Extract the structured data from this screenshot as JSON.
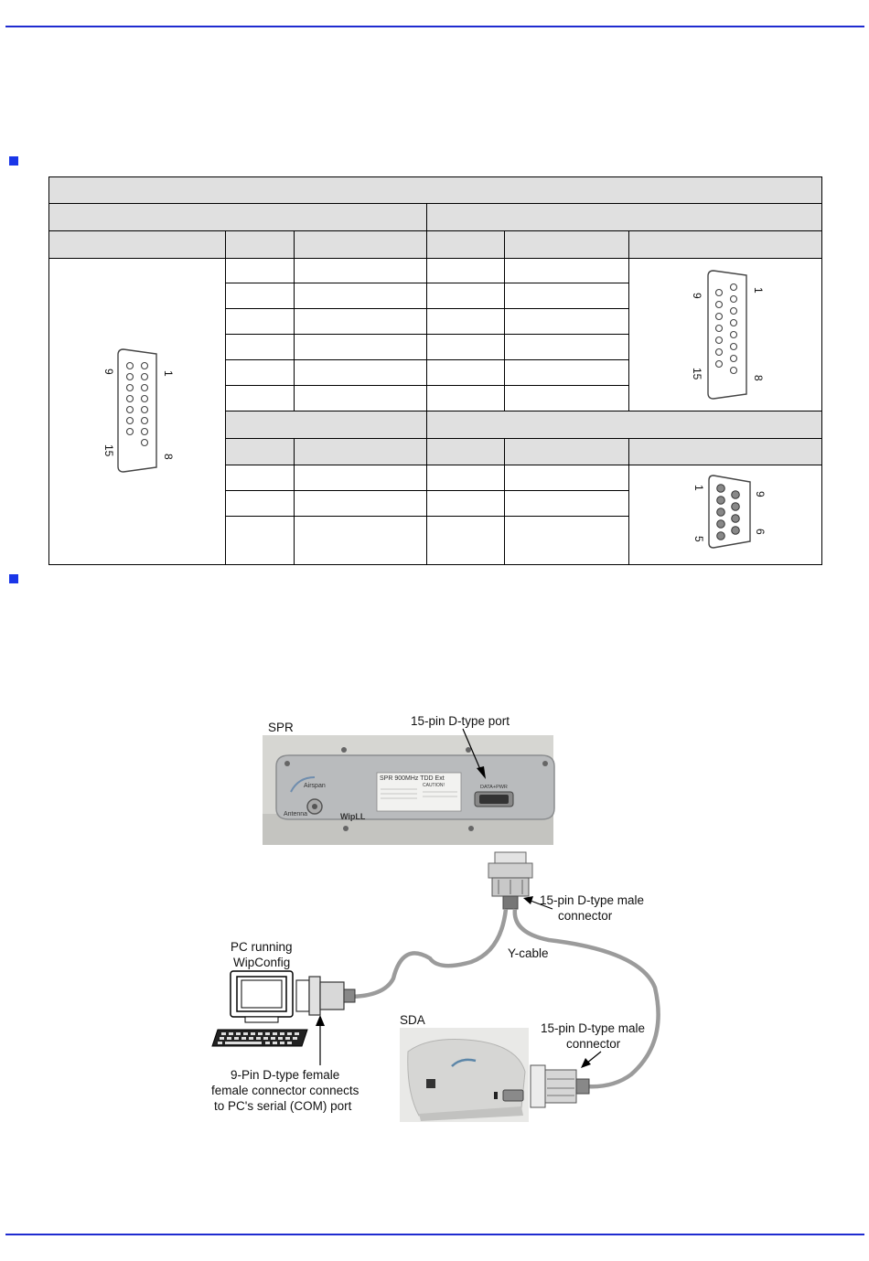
{
  "figure": {
    "spr_label": "SPR",
    "port_label": "15-pin D-type port",
    "male_connector_top": [
      "15-pin D-type male",
      "connector"
    ],
    "pc_label": [
      "PC running",
      "WipConfig"
    ],
    "ycable_label": "Y-cable",
    "sda_label": "SDA",
    "male_connector_bottom": [
      "15-pin D-type male",
      "connector"
    ],
    "female_connector": [
      "9-Pin D-type female",
      "female connector connects",
      "to PC's serial (COM) port"
    ],
    "panel_model": "SPR 900MHz TDD Ext",
    "panel_caution": "CAUTION!",
    "panel_port": "DATA+PWR",
    "panel_antenna": "Antenna",
    "panel_brand": "WipLL",
    "panel_logo": "Airspan"
  },
  "connectors": {
    "left_15pin": {
      "pin_first": "1",
      "pin_9": "9",
      "pin_15": "15",
      "pin_8": "8"
    },
    "right_15pin": {
      "pin_first": "1",
      "pin_9": "9",
      "pin_15": "15",
      "pin_8": "8"
    },
    "db9": {
      "pin_1": "1",
      "pin_9": "9",
      "pin_5": "5",
      "pin_6": "6"
    }
  },
  "colors": {
    "rule": "#1f2bd0",
    "bullet": "#1a36e8",
    "header_fill": "#e0e0e0"
  }
}
